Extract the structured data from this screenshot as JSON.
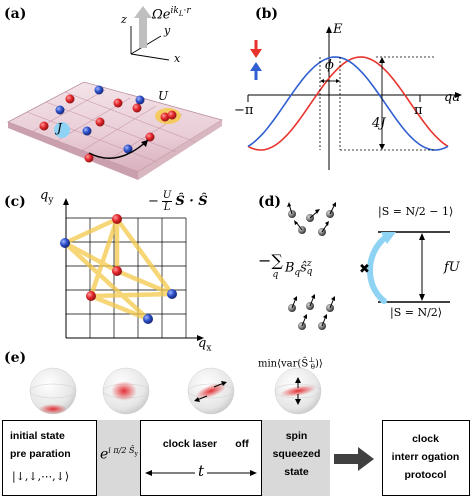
{
  "panels": {
    "a": {
      "label": "(a)",
      "beam": "Ωe",
      "beam_exp": "ik",
      "beam_sub": "L",
      "beam_tail": "·r",
      "axis_z": "z",
      "axis_y": "y",
      "axis_x": "x",
      "U": "U",
      "J": "J"
    },
    "b": {
      "label": "(b)",
      "E": "E",
      "phi": "ϕ",
      "qa": "qa",
      "neg_pi": "−π",
      "pi": "π",
      "fourJ": "4J",
      "colors": {
        "spin_down": "#e8332d",
        "spin_up": "#2f5fd0"
      }
    },
    "c": {
      "label": "(c)",
      "qy": "q",
      "qy_sub": "y",
      "qx": "q",
      "qx_sub": "x",
      "formula_frac_num": "U",
      "formula_frac_den": "L",
      "formula_body": "Ŝ · Ŝ"
    },
    "d": {
      "label": "(d)",
      "state_top": "|S = N/2 − 1⟩",
      "state_bottom": "|S = N/2⟩",
      "fU": "fU",
      "sum": "−∑",
      "sum_sub": "q",
      "sum_body": "B",
      "sum_body_sub": "q",
      "sum_tail": "ŝ",
      "sum_tail_sup": "z",
      "sum_tail_sub": "q",
      "cross": "✖"
    },
    "e": {
      "label": "(e)",
      "minvar": "min⟨var(Ŝ",
      "minvar_sup": "⊥",
      "minvar_sub": "θ",
      "minvar_tail": ")⟩"
    }
  },
  "timeline": {
    "box1_line1": "initial state",
    "box1_line2": "pre paration",
    "box1_line3": "|↓,↓,⋯,↓⟩",
    "box2_expr": "e",
    "box2_sup": "i π/2 Ŝ",
    "box2_sup_sub": "y",
    "box3_label": "clock laser",
    "box3_off": "off",
    "box3_t": "t",
    "box4_line1": "spin",
    "box4_line2": "squeezed",
    "box4_line3": "state",
    "box5_line1": "clock",
    "box5_line2": "interr ogation",
    "box5_line3": "protocol"
  },
  "colors": {
    "red_atom": "#e0262b",
    "blue_atom": "#2c4fc7",
    "lattice_line": "#f5c94a",
    "gray_box": "#d9d9d9",
    "beam_arrow": "#bfbfbf",
    "light_arrow": "#8fd3f4"
  }
}
